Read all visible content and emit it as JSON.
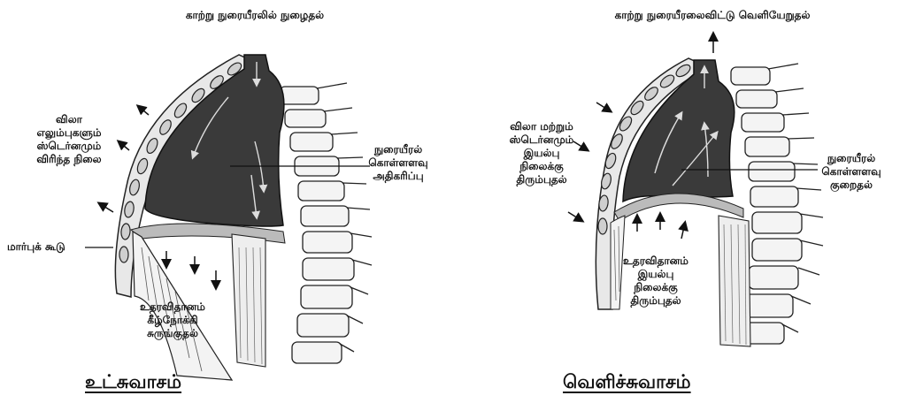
{
  "inhalation": {
    "title": "உட்சுவாசம்",
    "air_in": "காற்று நுரையீரலில் நுழைதல்",
    "ribs_label": "விலா\nஎலும்புகளும்\nஸ்டெர்னமும்\nவிரிந்த நிலை",
    "lung_volume": "நுரையீரல்\nகொள்ளளவு\nஅதிகரிப்பு",
    "rib_cage": "மார்புக் கூடு",
    "diaphragm": "உதரவிதானம்\nகீழ்நோக்கி\nசுருங்குதல்"
  },
  "exhalation": {
    "title": "வெளிச்சுவாசம்",
    "air_out": "காற்று நுரையீரலைவிட்டு வெளியேறுதல்",
    "ribs_label": "விலா மற்றும்\nஸ்டெர்னமும்\nஇயல்பு\nநிலைக்கு\nதிரும்புதல்",
    "lung_volume": "நுரையீரல்\nகொள்ளளவு\nகுறைதல்",
    "diaphragm": "உதரவிதானம்\nஇயல்பு\nநிலைக்கு\nதிரும்புதல்"
  }
}
